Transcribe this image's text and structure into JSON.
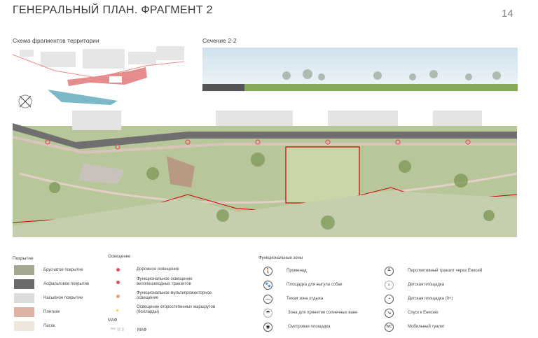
{
  "header": {
    "title": "ГЕНЕРАЛЬНЫЙ ПЛАН. ФРАГМЕНТ 2",
    "page_number": "14"
  },
  "scheme": {
    "label": "Схема фрагментов территории"
  },
  "section": {
    "label": "Сечение 2-2"
  },
  "legend": {
    "surface": {
      "title": "Покрытие",
      "items": [
        {
          "label": "Брусчатое покрытие",
          "color": "#a5a792"
        },
        {
          "label": "Асфальтовое покрытие",
          "color": "#6b6b6b"
        },
        {
          "label": "Насыпное покрытие",
          "color": "#dcdcdc"
        },
        {
          "label": "Плитняк",
          "color": "#dcb3a6"
        },
        {
          "label": "Песок",
          "color": "#efe6dc"
        }
      ]
    },
    "lighting": {
      "title": "Освещение",
      "items": [
        {
          "label": "Дорожное освещение",
          "color": "#e05060"
        },
        {
          "label": "Функциональное освещение велопешеходных транзитов",
          "color": "#e05060"
        },
        {
          "label": "Функциональное мультипрожекторное освещение",
          "color": "#f0a070"
        },
        {
          "label": "Освещение второстепенных маршрутов (болларды)",
          "color": "#f0d040"
        }
      ]
    },
    "maf": {
      "title": "МАФ",
      "label": "МАФ"
    },
    "zones": {
      "title": "Функциональные зоны",
      "col1": [
        {
          "icon": "walker-icon",
          "glyph": "🚶",
          "label": "Променад"
        },
        {
          "icon": "paw-icon",
          "glyph": "🐾",
          "label": "Площадка для выгула собак"
        },
        {
          "icon": "bench-icon",
          "glyph": "—",
          "label": "Тихая зона отдыха"
        },
        {
          "icon": "umbrella-icon",
          "glyph": "☂",
          "label": "Зона для принятия солнечных ванн"
        },
        {
          "icon": "binoculars-icon",
          "glyph": "◉",
          "label": "Смотровая площадка"
        }
      ],
      "col2": [
        {
          "icon": "bridge-icon",
          "glyph": "╨",
          "label": "Перспективный транзит через Енисей"
        },
        {
          "icon": "playground-icon",
          "glyph": "○",
          "label": "Детская площадка"
        },
        {
          "icon": "baby-playground-icon",
          "glyph": "◔",
          "label": "Детская площадка (0+)"
        },
        {
          "icon": "stairs-icon",
          "glyph": "↘",
          "label": "Спуск к Енисею"
        },
        {
          "icon": "toilet-icon",
          "glyph": "WC",
          "label": "Мобильный туалет"
        }
      ]
    }
  }
}
